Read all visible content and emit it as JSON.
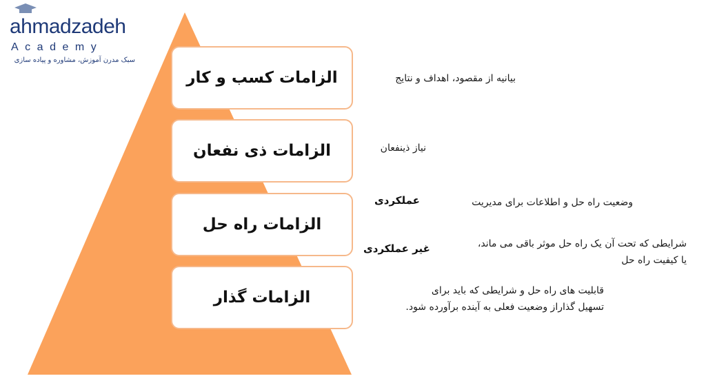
{
  "logo": {
    "brand": "ahmadzadeh",
    "sub": "Academy",
    "tagline": "سبک مدرن آموزش، مشاوره و پیاده سازی"
  },
  "colors": {
    "pyramid": "#fba25b",
    "box_border": "#f6b88a",
    "brand": "#1f3a78"
  },
  "levels": [
    {
      "title": "الزامات کسب و کار",
      "description": [
        "بیانیه از مقصود، اهداف و نتایج"
      ]
    },
    {
      "title": "الزامات ذی نفعان",
      "description": [
        "نیاز ذینفعان"
      ]
    },
    {
      "title": "الزامات راه حل",
      "functional": {
        "label": "عملکردی",
        "description": [
          "وضعیت راه حل و اطلاعات برای مدیریت"
        ]
      },
      "non_functional": {
        "label": "غیر عملکردی",
        "description": [
          "شرایطی که تحت آن یک راه حل موثر باقی می ماند،",
          "یا کیفیت راه حل"
        ]
      }
    },
    {
      "title": "الزامات گذار",
      "description": [
        "قابلیت های راه حل و شرایطی که باید برای",
        "تسهیل گذاراز وضعیت فعلی به آینده برآورده شود."
      ]
    }
  ]
}
